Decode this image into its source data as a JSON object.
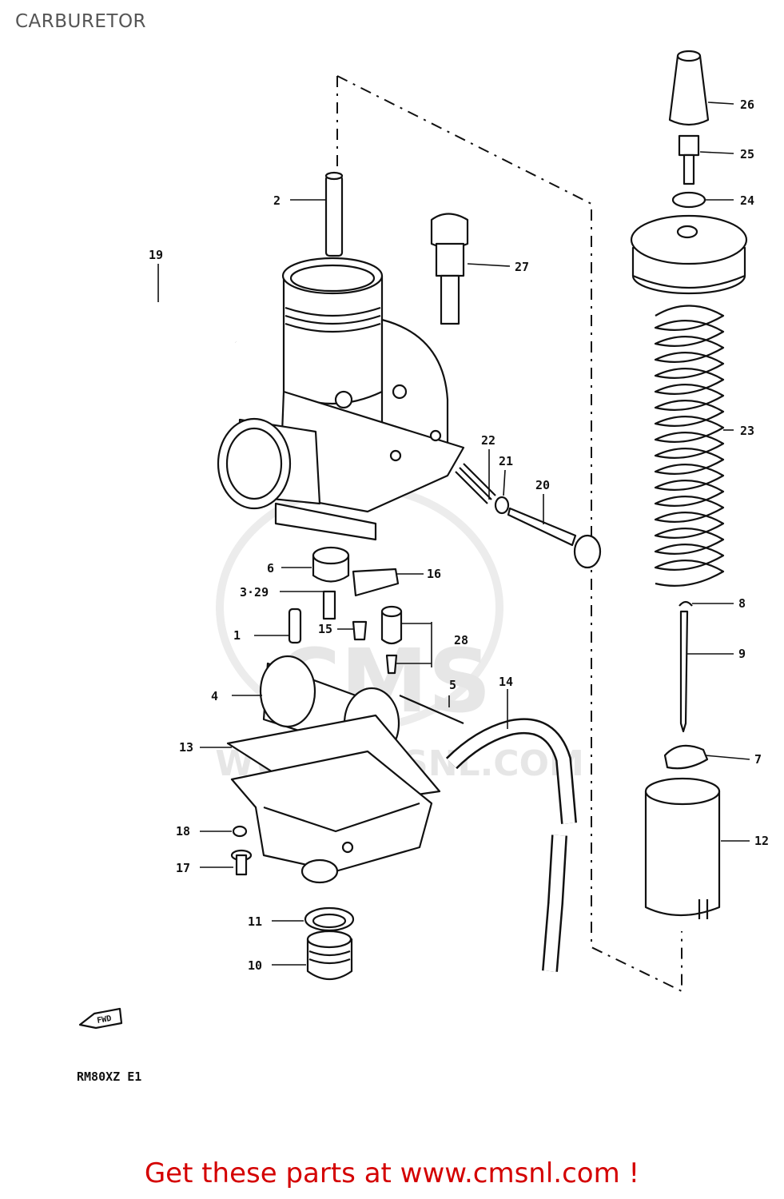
{
  "header": {
    "title": "CARBURETOR"
  },
  "footer": {
    "promo": "Get these parts at www.cmsnl.com !"
  },
  "diagram": {
    "model_code": "RM80XZ E1",
    "fwd_label": "FWD",
    "watermark_text": "CMS",
    "watermark_url": "WWW.CMSNL.COM",
    "callouts": [
      "1",
      "2",
      "3·29",
      "4",
      "5",
      "6",
      "7",
      "8",
      "9",
      "10",
      "11",
      "12",
      "13",
      "14",
      "15",
      "16",
      "17",
      "18",
      "19",
      "20",
      "21",
      "22",
      "23",
      "24",
      "25",
      "26",
      "27",
      "28"
    ]
  },
  "colors": {
    "promo_text": "#d40000",
    "title_text": "#555555",
    "line": "#111111",
    "watermark": "#e6e6e6"
  }
}
